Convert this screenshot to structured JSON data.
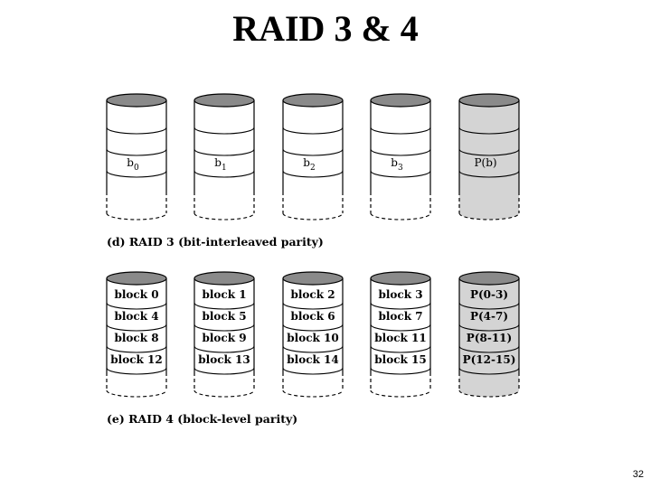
{
  "title": "RAID 3 & 4",
  "raid3": {
    "caption": "(d) RAID 3 (bit-interleaved parity)",
    "disks": [
      {
        "label": "b",
        "sub": "0",
        "parity": false
      },
      {
        "label": "b",
        "sub": "1",
        "parity": false
      },
      {
        "label": "b",
        "sub": "2",
        "parity": false
      },
      {
        "label": "b",
        "sub": "3",
        "parity": false
      },
      {
        "label": "P(b)",
        "sub": "",
        "parity": true
      }
    ]
  },
  "raid4": {
    "caption": "(e) RAID 4 (block-level parity)",
    "disks": [
      {
        "blocks": [
          "block 0",
          "block 4",
          "block 8",
          "block 12"
        ],
        "parity": false
      },
      {
        "blocks": [
          "block 1",
          "block 5",
          "block 9",
          "block 13"
        ],
        "parity": false
      },
      {
        "blocks": [
          "block 2",
          "block 6",
          "block 10",
          "block 14"
        ],
        "parity": false
      },
      {
        "blocks": [
          "block 3",
          "block 7",
          "block 11",
          "block 15"
        ],
        "parity": false
      },
      {
        "blocks": [
          "P(0-3)",
          "P(4-7)",
          "P(8-11)",
          "P(12-15)"
        ],
        "parity": true
      }
    ]
  },
  "page_number": "32",
  "colors": {
    "data_fill": "#ffffff",
    "parity_fill": "#d4d4d4",
    "top_fill": "#8a8a8a"
  }
}
